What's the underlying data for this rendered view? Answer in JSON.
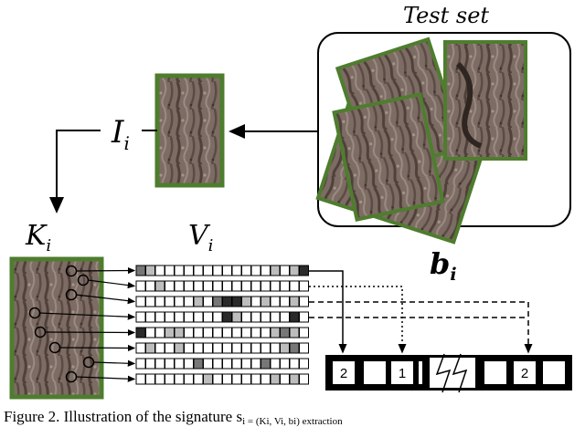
{
  "labels": {
    "test_set": "Test set",
    "I": "I",
    "I_sub": "i",
    "K": "K",
    "K_sub": "i",
    "V": "V",
    "V_sub": "i",
    "b": "b",
    "b_sub": "i"
  },
  "caption": "Figure 2. Illustration of the signature s",
  "caption_rest": "i = (Ki, Vi, bi) extraction",
  "histogram_cells": [
    "2",
    "",
    "1",
    "",
    "",
    "2",
    ""
  ],
  "colors": {
    "frame_green": "#4e7d2e",
    "bark_dark": "#5a4a42",
    "bark_light": "#8f7f76"
  }
}
